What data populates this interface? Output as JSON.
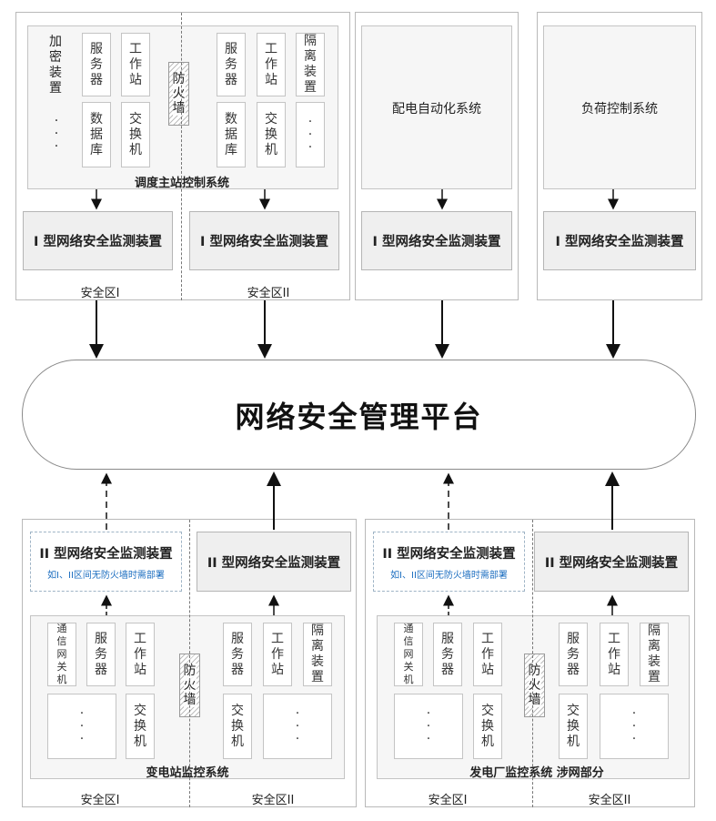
{
  "top": {
    "dispatch": {
      "system_title": "调度主站控制系统",
      "zone1_label": "安全区I",
      "zone2_label": "安全区II",
      "device_zone1": "I 型网络安全监测装置",
      "device_zone2": "I 型网络安全监测装置",
      "firewall": "防火墙",
      "zone1_cells": {
        "encrypt": "加密装置",
        "server": "服务器",
        "workstation": "工作站",
        "database": "数据库",
        "switch": "交换机",
        "more": "·\n·\n·"
      },
      "zone2_cells": {
        "server": "服务器",
        "workstation": "工作站",
        "isolation": "隔离装置",
        "database": "数据库",
        "switch": "交换机",
        "more": "·\n·\n·"
      }
    },
    "distribution": {
      "system_title": "配电自动化系统",
      "device": "I 型网络安全监测装置"
    },
    "load": {
      "system_title": "负荷控制系统",
      "device": "I 型网络安全监测装置"
    }
  },
  "platform": {
    "title": "网络安全管理平台"
  },
  "bottom": {
    "substation": {
      "system_title": "变电站监控系统",
      "zone1_label": "安全区I",
      "zone2_label": "安全区II",
      "device_zone1": "II 型网络安全监测装置",
      "device_zone1_note": "如I、II区间无防火墙时需部署",
      "device_zone2": "II 型网络安全监测装置",
      "firewall": "防火墙",
      "zone1_cells": {
        "gateway": "通信网关机",
        "server": "服务器",
        "workstation": "工作站",
        "switch": "交换机",
        "more": "·\n·\n·"
      },
      "zone2_cells": {
        "server": "服务器",
        "workstation": "工作站",
        "isolation": "隔离装置",
        "switch": "交换机",
        "more": "·\n·\n·"
      }
    },
    "powerplant": {
      "system_title": "发电厂监控系统  涉网部分",
      "zone1_label": "安全区I",
      "zone2_label": "安全区II",
      "device_zone1": "II 型网络安全监测装置",
      "device_zone1_note": "如I、II区间无防火墙时需部署",
      "device_zone2": "II 型网络安全监测装置",
      "firewall": "防火墙",
      "zone1_cells": {
        "gateway": "通信网关机",
        "server": "服务器",
        "workstation": "工作站",
        "switch": "交换机",
        "more": "·\n·\n·"
      },
      "zone2_cells": {
        "server": "服务器",
        "workstation": "工作站",
        "isolation": "隔离装置",
        "switch": "交换机",
        "more": "·\n·\n·"
      }
    }
  }
}
